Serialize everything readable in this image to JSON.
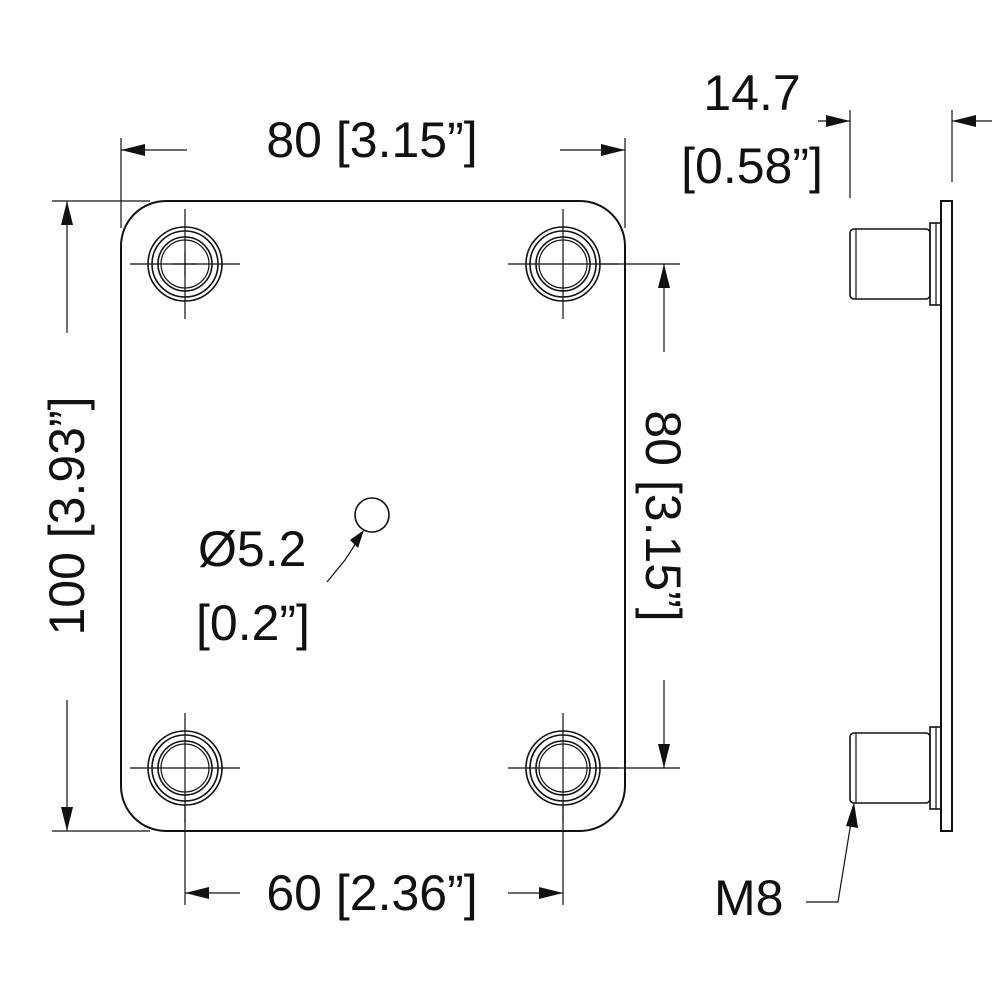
{
  "dimensions": {
    "top_width": "80 [3.15”]",
    "left_height": "100 [3.93”]",
    "right_spacing": "80 [3.15”]",
    "bottom_spacing": "60 [2.36”]",
    "thickness_value": "14.7",
    "thickness_inches": "[0.58”]",
    "hole_diameter": "Ø5.2",
    "hole_diameter_inches": "[0.2”]",
    "thread_size": "M8"
  },
  "colors": {
    "line": "#111111",
    "background": "#ffffff"
  },
  "icons": {
    "mounting_hole": "countersunk-hole-with-crosshair",
    "small_hole": "circle-hole",
    "threaded_stud": "side-view-stud"
  }
}
